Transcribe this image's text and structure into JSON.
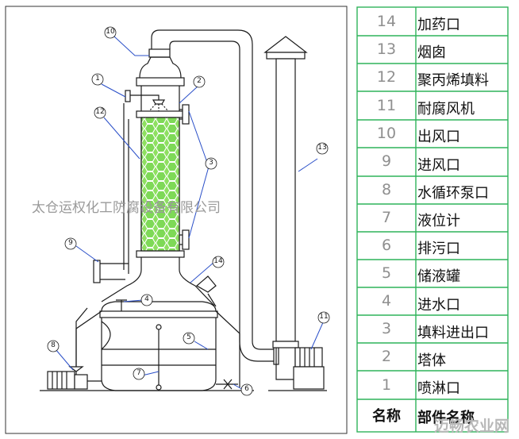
{
  "legend": {
    "header": {
      "no": "名称",
      "name": "部件名称"
    },
    "rows": [
      {
        "no": "14",
        "name": "加药口"
      },
      {
        "no": "13",
        "name": "烟囱"
      },
      {
        "no": "12",
        "name": "聚丙烯填料"
      },
      {
        "no": "11",
        "name": "耐腐风机"
      },
      {
        "no": "10",
        "name": "出风口"
      },
      {
        "no": "9",
        "name": "进风口"
      },
      {
        "no": "8",
        "name": "水循环泵口"
      },
      {
        "no": "7",
        "name": "液位计"
      },
      {
        "no": "6",
        "name": "排污口"
      },
      {
        "no": "5",
        "name": "储液罐"
      },
      {
        "no": "4",
        "name": "进水口"
      },
      {
        "no": "3",
        "name": "填料进出口"
      },
      {
        "no": "2",
        "name": "塔体"
      },
      {
        "no": "1",
        "name": "喷淋口"
      }
    ]
  },
  "callouts": [
    "1",
    "2",
    "3",
    "4",
    "5",
    "6",
    "7",
    "8",
    "9",
    "10",
    "11",
    "12",
    "13",
    "14"
  ],
  "watermark": "太仓运权化工防腐设备有限公司",
  "corner_watermark": "迈畅农业网",
  "colors": {
    "grid": "#2fb35a",
    "packing": "#7ed957",
    "line": "#1a1a1a",
    "leader": "#2a4fc8"
  }
}
